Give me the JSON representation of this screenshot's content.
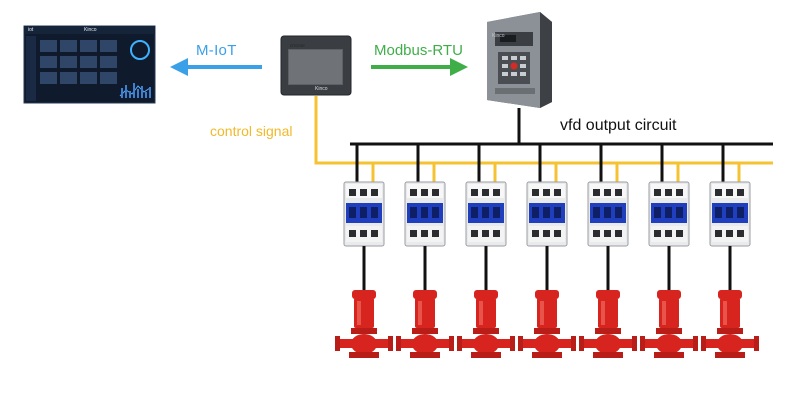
{
  "labels": {
    "m_iot": "M-IoT",
    "modbus": "Modbus-RTU",
    "control_signal": "control signal",
    "vfd_output": "vfd output circuit"
  },
  "devices": {
    "dashboard": {
      "badge": "iot",
      "title": "Kinco"
    },
    "hmi": {
      "model": "GT070E",
      "brand": "Kinco"
    },
    "vfd": {
      "brand": "Kinco"
    }
  },
  "units": {
    "count": 7
  },
  "colors": {
    "m_iot_arrow": "#3aa0e8",
    "modbus_arrow": "#3fae49",
    "control_signal": "#f5c232",
    "power_bus": "#111111",
    "pump": "#d8241e",
    "contactor_coil": "#1f3fbf"
  }
}
